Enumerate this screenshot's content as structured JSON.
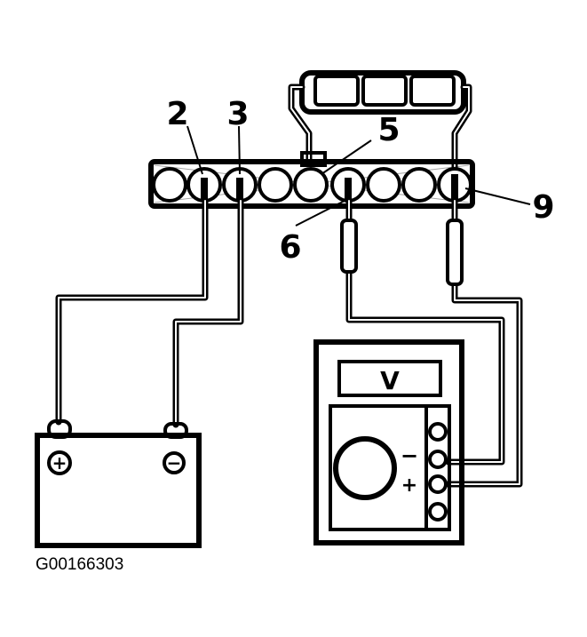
{
  "labels": {
    "pin2": "2",
    "pin3": "3",
    "pin5": "5",
    "pin6": "6",
    "pin9": "9"
  },
  "meter": {
    "display": "V",
    "neg_symbol": "−",
    "pos_symbol": "+"
  },
  "battery": {
    "pos_symbol": "+",
    "neg_symbol": "−"
  },
  "figure_code": "G00166303",
  "colors": {
    "ink": "#000000",
    "paper": "#ffffff"
  }
}
